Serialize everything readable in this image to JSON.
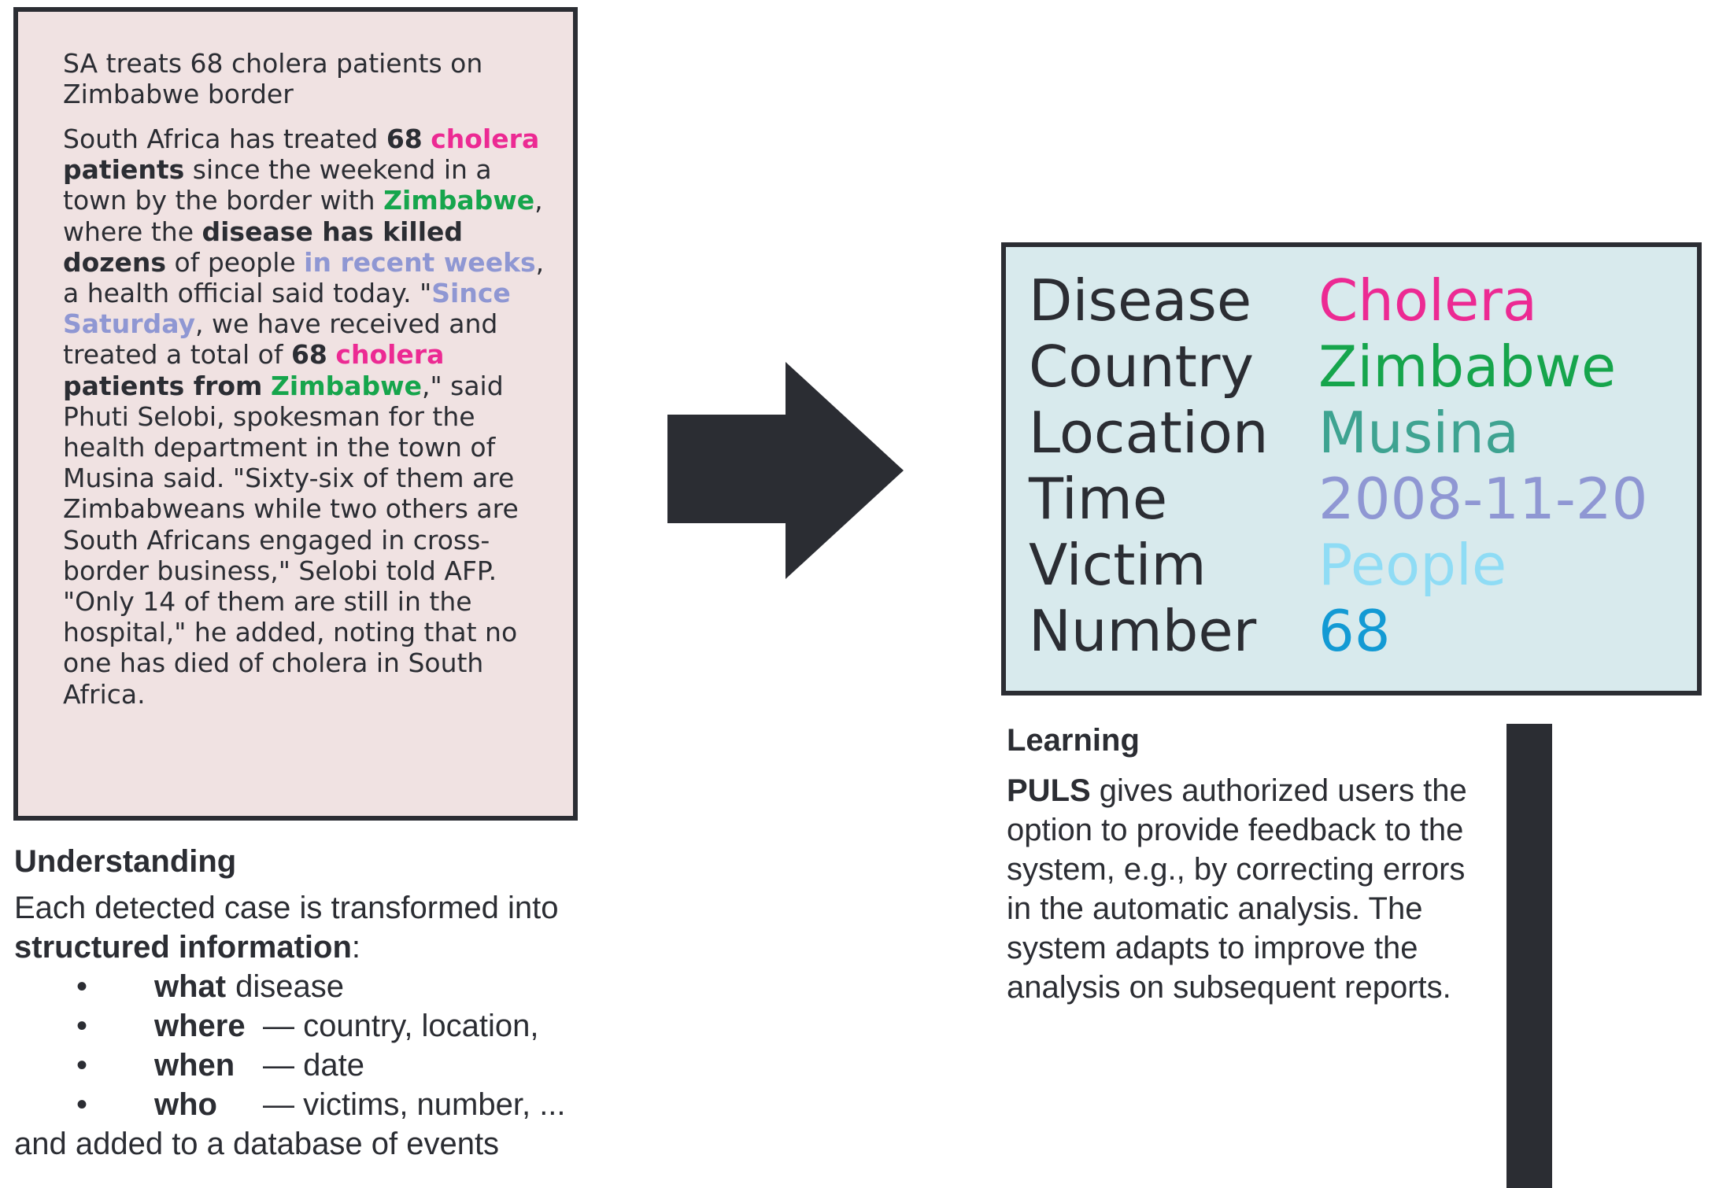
{
  "article": {
    "title": "SA treats 68 cholera patients on Zimbabwe border",
    "segments": [
      {
        "text": "South Africa has treated ",
        "style": "plain"
      },
      {
        "text": "68",
        "style": "bold"
      },
      {
        "text": " ",
        "style": "plain"
      },
      {
        "text": "cholera",
        "style": "disease"
      },
      {
        "text": " ",
        "style": "plain"
      },
      {
        "text": "patients",
        "style": "bold"
      },
      {
        "text": " since the weekend in a town by the border with ",
        "style": "plain"
      },
      {
        "text": "Zimbabwe",
        "style": "country"
      },
      {
        "text": ", where the ",
        "style": "plain"
      },
      {
        "text": "disease has killed dozens",
        "style": "bold"
      },
      {
        "text": " of people ",
        "style": "plain"
      },
      {
        "text": "in recent weeks",
        "style": "time"
      },
      {
        "text": ", a health official said today. \"",
        "style": "plain"
      },
      {
        "text": "Since Saturday",
        "style": "time"
      },
      {
        "text": ", we have received and treated a total of ",
        "style": "plain"
      },
      {
        "text": "68",
        "style": "bold"
      },
      {
        "text": " ",
        "style": "plain"
      },
      {
        "text": "cholera",
        "style": "disease"
      },
      {
        "text": " ",
        "style": "plain"
      },
      {
        "text": "patients from",
        "style": "bold"
      },
      {
        "text": " ",
        "style": "plain"
      },
      {
        "text": "Zimbabwe",
        "style": "country"
      },
      {
        "text": ",\" said Phuti Selobi, spokesman for the health department in the town of Musina said. \"Sixty-six of them are Zimbabweans while two others are South Africans engaged in cross-border business,\" Selobi told AFP. \"Only 14 of them are still in the hospital,\" he added, noting that no one has died of cholera in South Africa.",
        "style": "plain"
      }
    ]
  },
  "understanding": {
    "title": "Understanding",
    "intro_before": "Each detected case is transformed into ",
    "intro_bold": "structured information",
    "intro_after": ":",
    "bullets": [
      {
        "marker": "•",
        "keyword": "what",
        "text": "disease"
      },
      {
        "marker": "•",
        "keyword": "where",
        "text": "— country, location,"
      },
      {
        "marker": "•",
        "keyword": "when",
        "text": "— date"
      },
      {
        "marker": "•",
        "keyword": "who",
        "text": "— victims, number, ..."
      }
    ],
    "outro": "and added to a database of events"
  },
  "record": {
    "fields": [
      {
        "label": "Disease",
        "value": "Cholera",
        "color": "#ec2a93"
      },
      {
        "label": "Country",
        "value": "Zimbabwe",
        "color": "#16a54c"
      },
      {
        "label": "Location",
        "value": "Musina",
        "color": "#3ea391"
      },
      {
        "label": "Time",
        "value": "2008-11-20",
        "color": "#8f97d3"
      },
      {
        "label": "Victim",
        "value": "People",
        "color": "#8fdcf5"
      },
      {
        "label": "Number",
        "value": "68",
        "color": "#139ad4"
      }
    ]
  },
  "learning": {
    "title": "Learning",
    "bold": "PULS",
    "text": " gives authorized users the option to provide feedback to the system, e.g., by correcting errors in the automatic analysis. The system adapts to improve the analysis on subsequent reports."
  },
  "colors": {
    "dark": "#2b2d33",
    "article_bg": "#f0e2e2",
    "record_bg": "#d8eaed"
  }
}
